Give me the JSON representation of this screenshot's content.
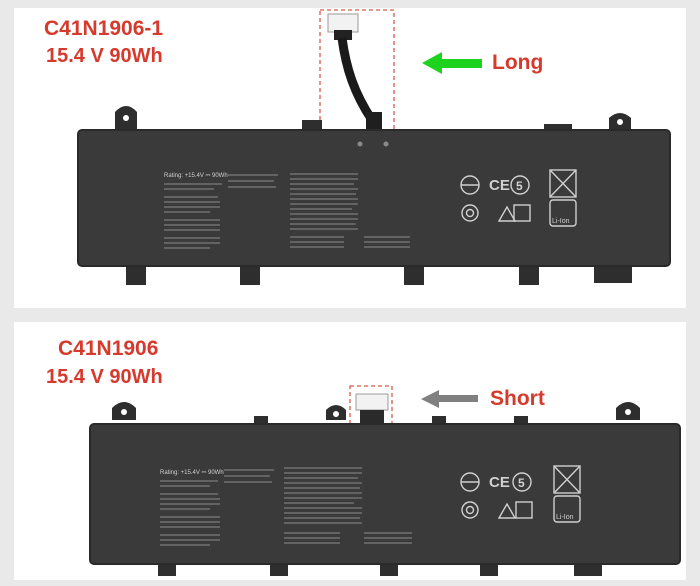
{
  "top": {
    "model": "C41N1906-1",
    "spec": "15.4 V  90Wh",
    "cable_label": "Long",
    "arrow_color": "#1ed31e",
    "text_color": "#d53a2c",
    "rating": "Rating: +15.4V ⎓ 90Wh"
  },
  "bottom": {
    "model": "C41N1906",
    "spec": "15.4 V  90Wh",
    "cable_label": "Short",
    "arrow_color": "#808080",
    "text_color": "#d53a2c",
    "rating": "Rating: +15.4V ⎓ 90Wh"
  },
  "battery_marks": {
    "recycle_text": "Li-Ion",
    "ce_text": "CE",
    "number_text": "5"
  }
}
